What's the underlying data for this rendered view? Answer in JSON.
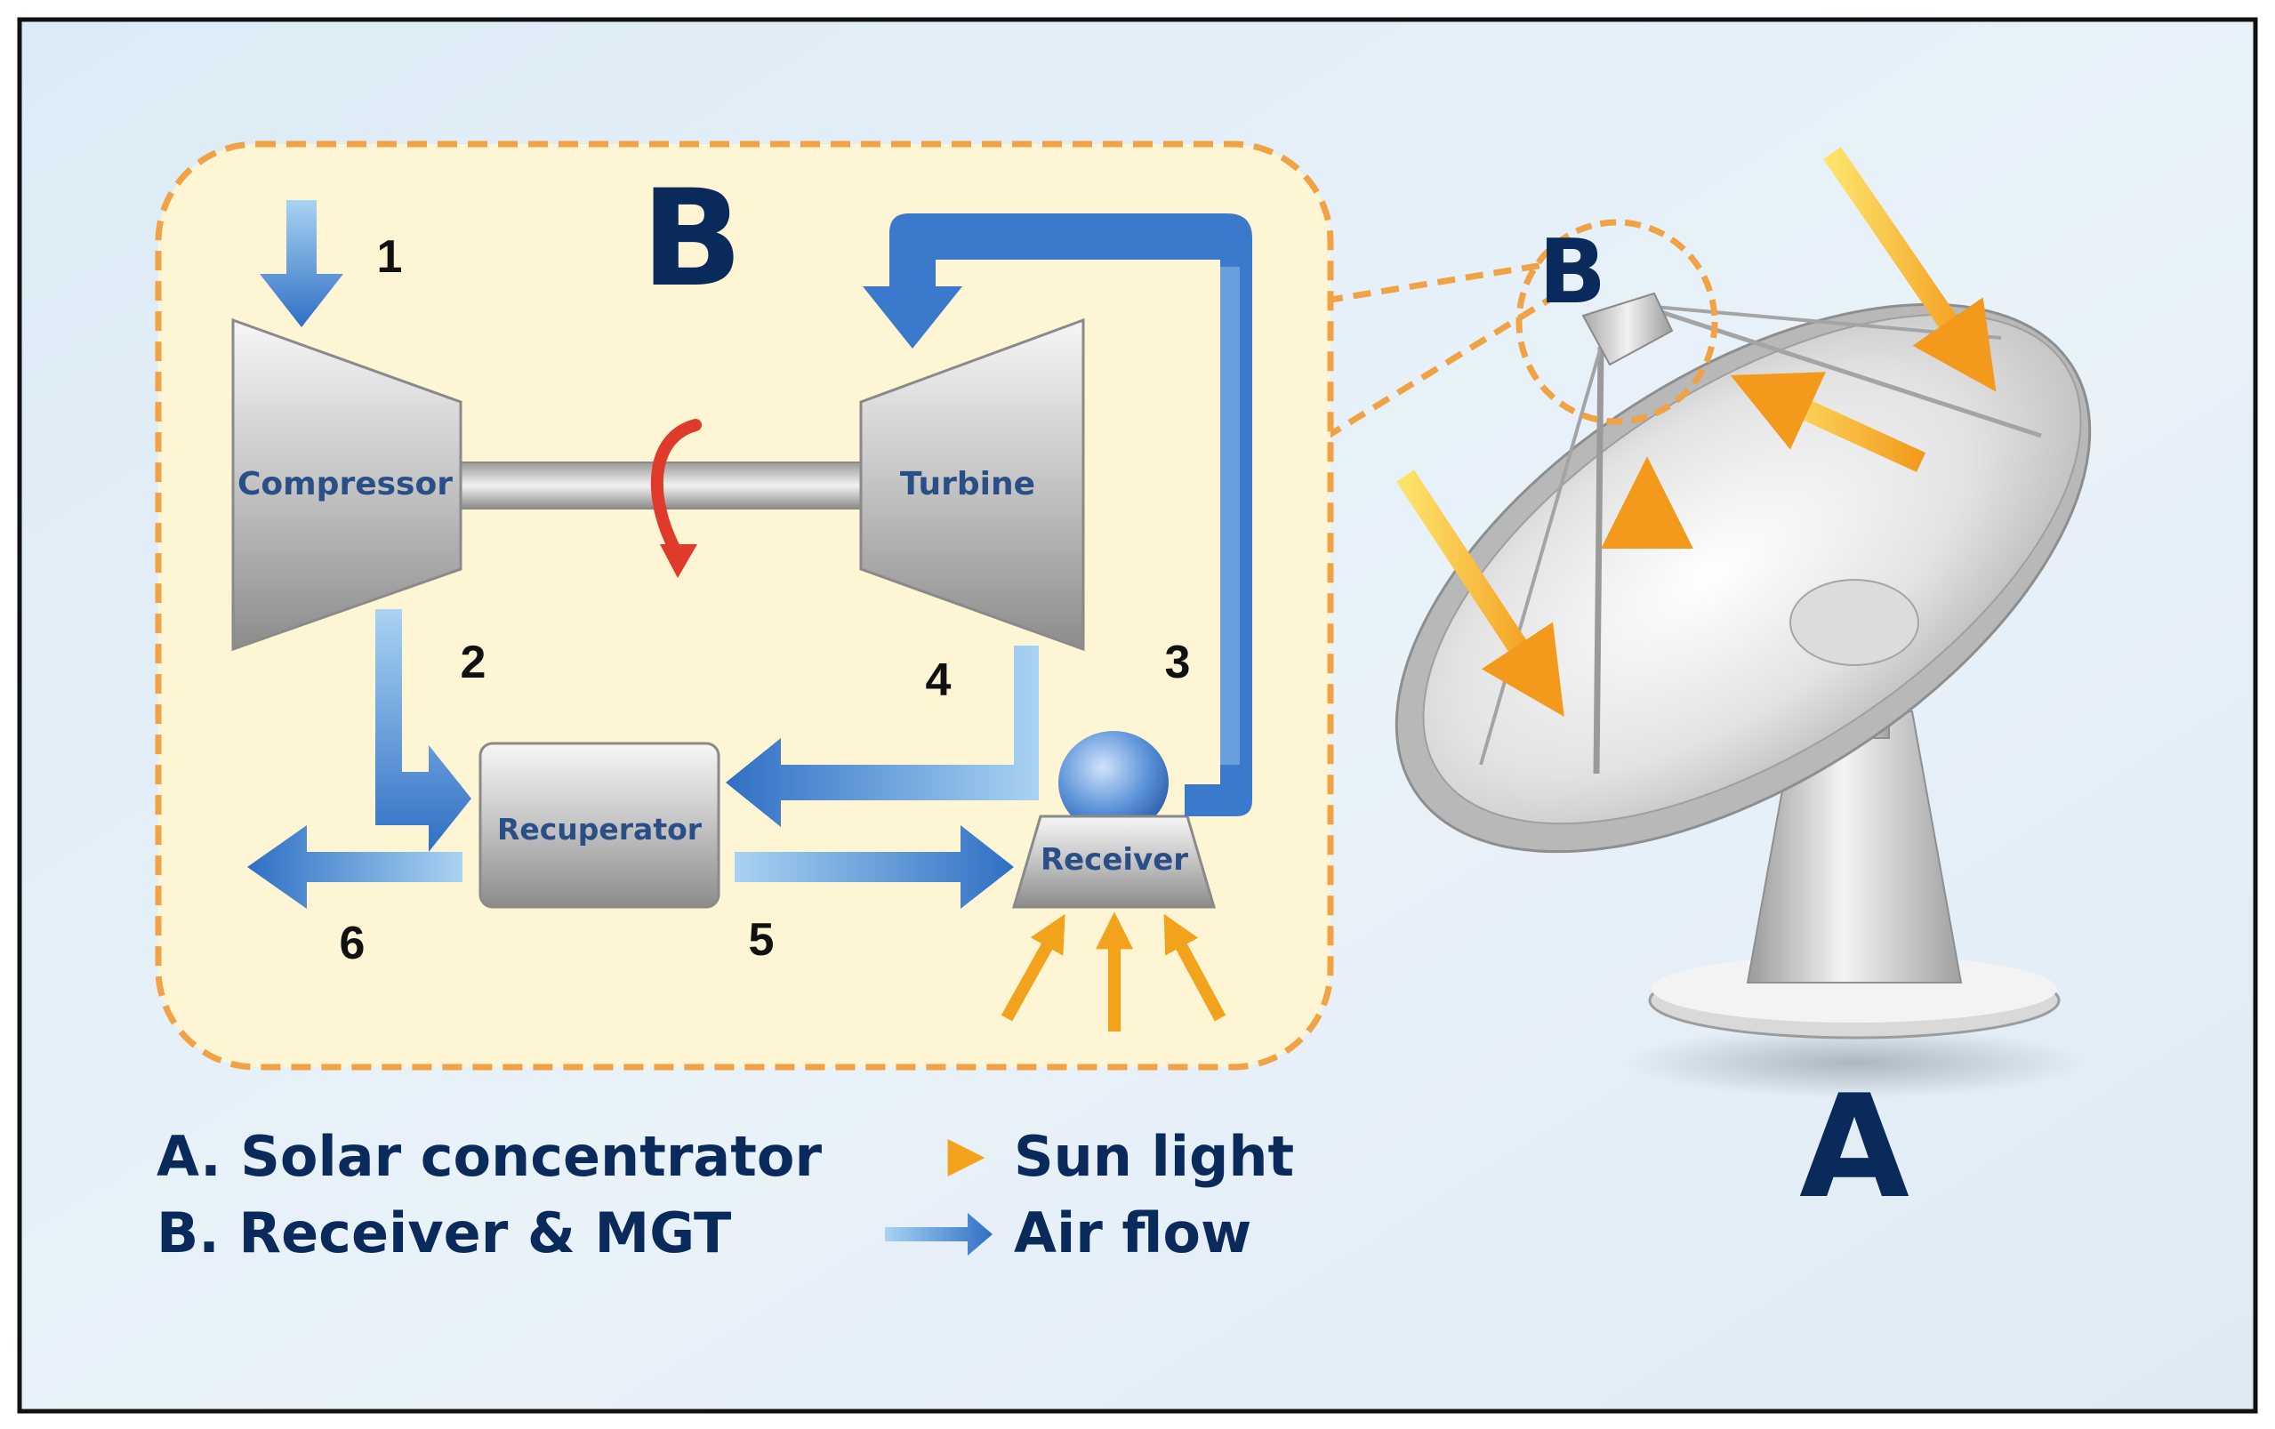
{
  "labels": {
    "region_b": "B",
    "dish_b": "B",
    "dish_a": "A",
    "compressor": "Compressor",
    "turbine": "Turbine",
    "recuperator": "Recuperator",
    "receiver": "Receiver",
    "n1": "1",
    "n2": "2",
    "n3": "3",
    "n4": "4",
    "n5": "5",
    "n6": "6"
  },
  "legend": {
    "a": "A. Solar concentrator",
    "b": "B. Receiver & MGT",
    "sun": "Sun light",
    "air": "Air flow"
  },
  "colors": {
    "navy": "#0b2a5c",
    "air_blue": "#2f6fc4",
    "sun_orange": "#f3a21c",
    "box_fill": "#fdf5d3",
    "box_border": "#f0a244",
    "rotation_red": "#e03a2c"
  }
}
